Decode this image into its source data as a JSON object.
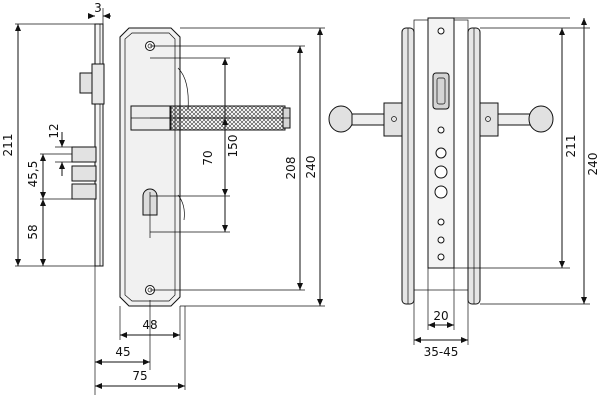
{
  "colors": {
    "background": "#ffffff",
    "line": "#111111",
    "metal_light": "#ececec",
    "metal_mid": "#cfcfcf",
    "metal_dark": "#9a9a9a",
    "handle_fill": "#d8d8d8"
  },
  "left_view": {
    "dimensions": {
      "d3": "3",
      "d211": "211",
      "d12": "12",
      "d45_5": "45,5",
      "d58": "58",
      "d70": "70",
      "d150": "150",
      "d208": "208",
      "d240": "240",
      "d48": "48",
      "d45": "45",
      "d75": "75"
    }
  },
  "right_view": {
    "dimensions": {
      "d211": "211",
      "d240": "240",
      "d20": "20",
      "d35_45": "35-45"
    }
  }
}
